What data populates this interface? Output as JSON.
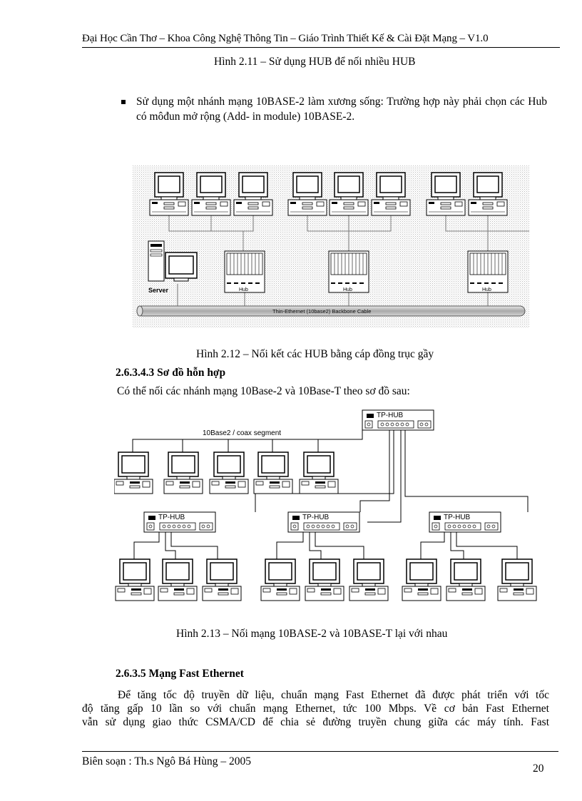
{
  "header": {
    "running_title": "Đại Học Cần Thơ – Khoa Công Nghệ Thông Tin – Giáo Trình Thiết Kế & Cài Đặt Mạng – V1.0"
  },
  "fig_2_11": {
    "caption": "Hình 2.11 – Sử dụng HUB để  nối nhiều HUB"
  },
  "bullet": {
    "text": "Sử dụng một nhánh mạng 10BASE-2 làm xương sống: Trường hợp này phải chọn các Hub có môđun mở rộng (Add- in module) 10BASE-2."
  },
  "fig_2_12": {
    "server_label": "Server",
    "hub_label": "Hub",
    "cable_label": "Thin-Ethernet (10base2) Backbone Cable",
    "caption": "Hình 2.12 – Nối kết các HUB bằng cáp đồng trục gầy"
  },
  "section_2_6_3_4_3": {
    "heading": "2.6.3.4.3 Sơ đồ hỗn hợp",
    "intro": "Có thể nối các nhánh mạng 10Base-2 và 10Base-T theo sơ đồ sau:"
  },
  "fig_2_13": {
    "hub_label": "TP-HUB",
    "segment_label": "10Base2 / coax segment",
    "caption": "Hình 2.13 – Nối mạng 10BASE-2 và 10BASE-T lại với nhau"
  },
  "section_2_6_3_5": {
    "heading": "2.6.3.5 Mạng Fast Ethernet",
    "lines": [
      "Để tăng tốc độ truyền dữ liệu, chuẩn mạng Fast Ethernet đã được phát triển với tốc",
      "độ tăng gấp 10 lần so với chuẩn mạng Ethernet, tức 100 Mbps. Về cơ bản Fast Ethernet",
      "vẫn sử dụng giao thức CSMA/CD để chia sẻ đường truyền chung giữa các máy tính. Fast"
    ]
  },
  "footer": {
    "author": "Biên soạn : Th.s Ngô Bá Hùng – 2005",
    "page_number": "20"
  }
}
